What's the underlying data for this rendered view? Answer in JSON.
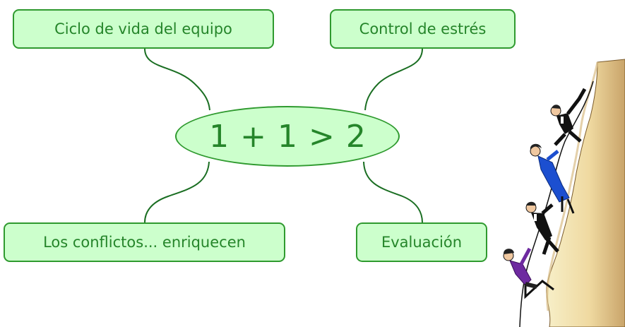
{
  "diagram": {
    "center": {
      "label": "1 + 1 > 2"
    },
    "nodes": {
      "top_left": {
        "label": "Ciclo de vida del equipo"
      },
      "top_right": {
        "label": "Control de estrés"
      },
      "bottom_left": {
        "label": "Los conflictos... enriquecen"
      },
      "bottom_right": {
        "label": "Evaluación"
      }
    },
    "colors": {
      "node_fill": "#ccffcc",
      "node_border": "#2f9a2f",
      "text": "#25852a",
      "connector": "#1a6e22"
    }
  },
  "illustration": {
    "icon": "climbing-team-clipart"
  }
}
